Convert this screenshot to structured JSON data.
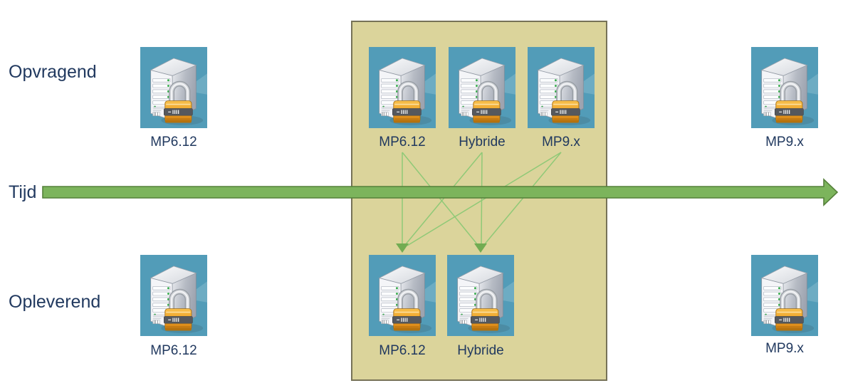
{
  "labels": {
    "opvragend": "Opvragend",
    "tijd": "Tijd",
    "opleverend": "Opleverend"
  },
  "nodes": {
    "left_top": {
      "label": "MP6.12",
      "row": "opvragend",
      "zone": "before-transition"
    },
    "box_top_mp612": {
      "label": "MP6.12",
      "row": "opvragend",
      "zone": "transition"
    },
    "box_top_hybride": {
      "label": "Hybride",
      "row": "opvragend",
      "zone": "transition"
    },
    "box_top_mp9x": {
      "label": "MP9.x",
      "row": "opvragend",
      "zone": "transition"
    },
    "right_top": {
      "label": "MP9.x",
      "row": "opvragend",
      "zone": "after-transition"
    },
    "left_bottom": {
      "label": "MP6.12",
      "row": "opleverend",
      "zone": "before-transition"
    },
    "box_bottom_mp612": {
      "label": "MP6.12",
      "row": "opleverend",
      "zone": "transition"
    },
    "box_bottom_hybride": {
      "label": "Hybride",
      "row": "opleverend",
      "zone": "transition"
    },
    "right_bottom": {
      "label": "MP9.x",
      "row": "opleverend",
      "zone": "after-transition"
    }
  },
  "connections": [
    {
      "from": "box_top_mp612",
      "to": "box_bottom_mp612"
    },
    {
      "from": "box_top_mp612",
      "to": "box_bottom_hybride"
    },
    {
      "from": "box_top_hybride",
      "to": "box_bottom_mp612"
    },
    {
      "from": "box_top_hybride",
      "to": "box_bottom_hybride"
    },
    {
      "from": "box_top_mp9x",
      "to": "box_bottom_mp612"
    },
    {
      "from": "box_top_mp9x",
      "to": "box_bottom_hybride"
    }
  ],
  "timeline": {
    "direction": "left-to-right"
  },
  "colors": {
    "tile_background": "#529CB8",
    "phase_box_fill": "#DBD49B",
    "phase_box_border": "#767257",
    "timeline_arrow_fill": "#7CB45C",
    "timeline_arrow_border": "#55803A",
    "connector_line": "#8FC977",
    "connector_arrowhead": "#72AC52",
    "text": "#21395F"
  }
}
